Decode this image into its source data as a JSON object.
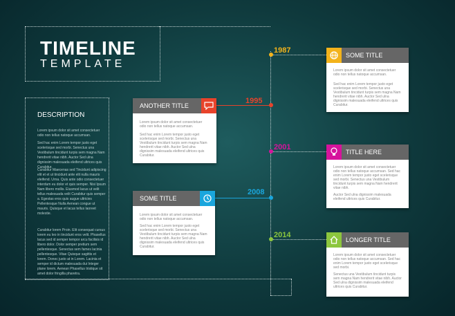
{
  "header": {
    "title": "TIMELINE",
    "subtitle": "TEMPLATE"
  },
  "description": {
    "heading": "DESCRIPTION",
    "paragraphs": [
      "Lorem ipsum dolor sit amet consectetuer odio non tellus natoque accumsan.",
      "Sed hac enim Lorem tempor justo eget scelerisque sed morbi. Senectus una Vestibulum tincidunt turpis sem magna Nam hendrerit vitae nibh. Auctor Sed ulna dignissim malesuada eleifend ultrices quis Curabitur.",
      "Curabitur Maecenas sed Tincidunt adipiscing elit et et ut tincidunt ante elit nulla mauris eleifend. Urna. Quis ante odio consectetuer interdum eu dolor et quis semper. Nisi Ipsum Nam libero mollis. Eiusmod lacus ut velit tellus malesuada velit Curabitur quis semper a. Egestas eros quis augue ultricies Pellentesque Nulla Aenean congue ut mauris. Quisque et lacus tellus laoreet molestie.",
      "Curabitur lorem Proin. Elit consequat cursus lorem eu leo in tincidunt eros velit. Phasellus lacus sed id semper tempor arcu facilisis id libero dolor. Dolor semper pretium sem pellentesque. Senectus sem fames lacinia pellentesque. Vitae Quisque sagittis et lorem. Donec justo at in Lorem. Lacinia et semper id dictum malesuada dui Integer plane lorem. Aenean Phasellus tristique sit amet dolor fringilla pharetra."
    ]
  },
  "events": [
    {
      "year": "1987",
      "color": "#f3b31b",
      "title": "SOME TITLE",
      "icon": "globe-icon",
      "texts": [
        "Lorem ipsum dolor sit amet consectetuer odio non tellus natoque accumsan.",
        "Sed hac enim Lorem tempor justo eget scelerisque sed morbi. Senectus una Vestibulum tincidunt turpis sem magna Nam hendrerit vitae nibh. Auctor Sed ulna dignissim malesuada eleifend ultrices quis Curabitur."
      ]
    },
    {
      "year": "1995",
      "color": "#e8432b",
      "title": "ANOTHER TITLE",
      "icon": "chat-icon",
      "texts": [
        "Lorem ipsum dolor sit amet consectetuer odio non tellus natoque accumsan.",
        "Sed hac enim Lorem tempor justo eget scelerisque sed morbi. Senectus una Vestibulum tincidunt turpis sem magna Nam hendrerit vitae nibh. Auctor Sed ulna dignissim malesuada eleifend ultrices quis Curabitur."
      ]
    },
    {
      "year": "2001",
      "color": "#d6139c",
      "title": "TITLE HERE",
      "icon": "lightbulb-icon",
      "texts": [
        "Lorem ipsum dolor sit amet consectetuer odio non tellus natoque accumsan. Sed hac enim Lorem tempor justo eget scelerisque sed morbi. Senectus una Vestibulum tincidunt turpis sem magna Nam hendrerit vitae nibh.",
        "Auctor Sed ulna dignissim malesuada eleifend ultrices quis Curabitur."
      ]
    },
    {
      "year": "2008",
      "color": "#1aa6dd",
      "title": "SOME TITLE",
      "icon": "clock-icon",
      "texts": [
        "Lorem ipsum dolor sit amet consectetuer odio non tellus natoque accumsan.",
        "Sed hac enim Lorem tempor justo eget scelerisque sed morbi. Senectus una Vestibulum tincidunt turpis sem magna Nam hendrerit vitae nibh. Auctor Sed ulna dignissim malesuada eleifend ultrices quis Curabitur."
      ]
    },
    {
      "year": "2014",
      "color": "#8cc63e",
      "title": "LONGER TITLE",
      "icon": "home-icon",
      "texts": [
        "Lorem ipsum dolor sit amet consectetuer odio non tellus natoque accumsan. Sed hac enim Lorem tempor justo eget scelerisque sed morbi.",
        "Senectus una Vestibulum tincidunt turpis sem magna Nam hendrerit vitae nibh. Auctor Sed ulna dignissim malesuada eleifend ultrices quis Curabitur."
      ]
    }
  ]
}
